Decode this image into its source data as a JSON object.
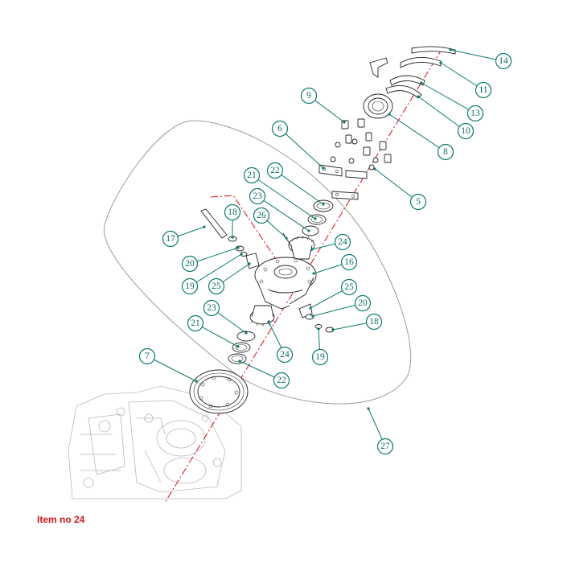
{
  "caption": "Item no 24",
  "colors": {
    "callout": "#0b7a6e",
    "axis": "#e0202a",
    "caption": "#d0191f"
  },
  "callouts": [
    {
      "id": "c14",
      "label": "14"
    },
    {
      "id": "c11",
      "label": "11"
    },
    {
      "id": "c13",
      "label": "13"
    },
    {
      "id": "c10",
      "label": "10"
    },
    {
      "id": "c9",
      "label": "9"
    },
    {
      "id": "c8",
      "label": "8"
    },
    {
      "id": "c6",
      "label": "6"
    },
    {
      "id": "c5",
      "label": "5"
    },
    {
      "id": "c21a",
      "label": "21"
    },
    {
      "id": "c22a",
      "label": "22"
    },
    {
      "id": "c23a",
      "label": "23"
    },
    {
      "id": "c18a",
      "label": "18"
    },
    {
      "id": "c26",
      "label": "26"
    },
    {
      "id": "c17",
      "label": "17"
    },
    {
      "id": "c24a",
      "label": "24"
    },
    {
      "id": "c20a",
      "label": "20"
    },
    {
      "id": "c16",
      "label": "16"
    },
    {
      "id": "c19a",
      "label": "19"
    },
    {
      "id": "c25a",
      "label": "25"
    },
    {
      "id": "c25b",
      "label": "25"
    },
    {
      "id": "c20b",
      "label": "20"
    },
    {
      "id": "c23b",
      "label": "23"
    },
    {
      "id": "c18b",
      "label": "18"
    },
    {
      "id": "c21b",
      "label": "21"
    },
    {
      "id": "c24b",
      "label": "24"
    },
    {
      "id": "c19b",
      "label": "19"
    },
    {
      "id": "c7",
      "label": "7"
    },
    {
      "id": "c22b",
      "label": "22"
    },
    {
      "id": "c27",
      "label": "27"
    }
  ]
}
